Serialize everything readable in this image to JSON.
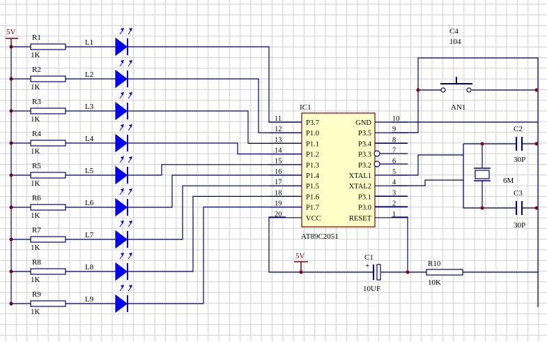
{
  "power": {
    "label": "5V"
  },
  "resistors": [
    {
      "ref": "R1",
      "value": "1K"
    },
    {
      "ref": "R2",
      "value": "1K"
    },
    {
      "ref": "R3",
      "value": "1K"
    },
    {
      "ref": "R4",
      "value": "1K"
    },
    {
      "ref": "R5",
      "value": "1K"
    },
    {
      "ref": "R6",
      "value": "1K"
    },
    {
      "ref": "R7",
      "value": "1K"
    },
    {
      "ref": "R8",
      "value": "1K"
    },
    {
      "ref": "R9",
      "value": "1K"
    }
  ],
  "leds": [
    "L1",
    "L2",
    "L3",
    "L4",
    "L5",
    "L6",
    "L7",
    "L8",
    "L9"
  ],
  "ic": {
    "ref": "IC1",
    "part": "AT89C2051",
    "left_pins": [
      {
        "num": "11",
        "name": "P3.7"
      },
      {
        "num": "12",
        "name": "P1.0"
      },
      {
        "num": "13",
        "name": "P1.1"
      },
      {
        "num": "14",
        "name": "P1.2"
      },
      {
        "num": "15",
        "name": "P1.3"
      },
      {
        "num": "16",
        "name": "P1.4"
      },
      {
        "num": "17",
        "name": "P1.5"
      },
      {
        "num": "18",
        "name": "P1.6"
      },
      {
        "num": "19",
        "name": "P1.7"
      },
      {
        "num": "20",
        "name": "VCC"
      }
    ],
    "right_pins": [
      {
        "num": "10",
        "name": "GND"
      },
      {
        "num": "9",
        "name": "P3.5"
      },
      {
        "num": "8",
        "name": "P3.4"
      },
      {
        "num": "7",
        "name": "P3.3"
      },
      {
        "num": "6",
        "name": "P3.2"
      },
      {
        "num": "5",
        "name": "XTAL1"
      },
      {
        "num": "4",
        "name": "XTAL2"
      },
      {
        "num": "3",
        "name": "P3.1"
      },
      {
        "num": "2",
        "name": "P3.0"
      },
      {
        "num": "1",
        "name": "RESET"
      }
    ]
  },
  "switch": {
    "ref": "C4",
    "value": "104",
    "name": "AN1"
  },
  "crystal": {
    "value": "6M"
  },
  "cap_c2": {
    "ref": "C2",
    "value": "30P"
  },
  "cap_c3": {
    "ref": "C3",
    "value": "30P"
  },
  "cap_c1": {
    "ref": "C1",
    "value": "10UF",
    "polarity": "+"
  },
  "reset_power": {
    "label": "5V"
  },
  "r10": {
    "ref": "R10",
    "value": "10K"
  }
}
